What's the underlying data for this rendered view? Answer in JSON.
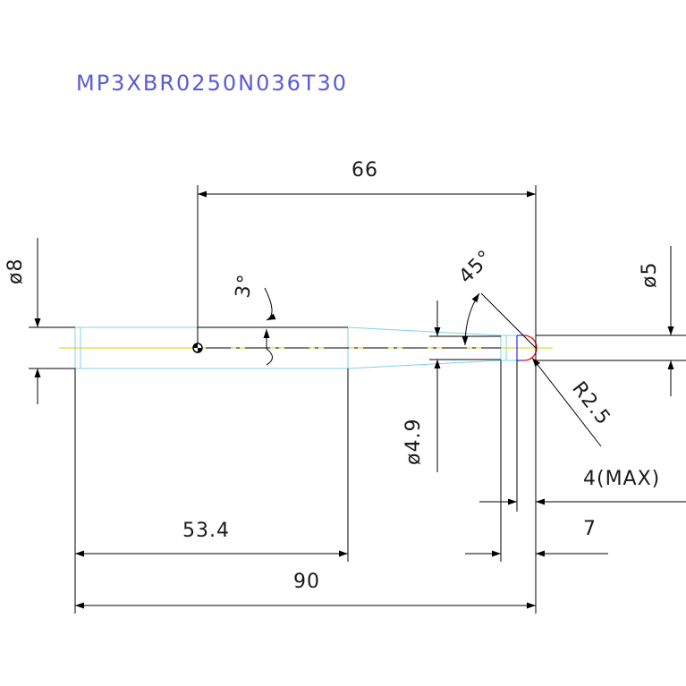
{
  "title": "MP3XBR0250N036T30",
  "colors": {
    "title": "#5b5bd6",
    "part_outline": "#7fd3e6",
    "center_line": "#e0d000",
    "tip_red": "#ff0000",
    "tip_blue": "#0000ff",
    "dimension": "#000000",
    "background": "#ffffff"
  },
  "dimensions": {
    "length_66": "66",
    "length_53_4": "53.4",
    "length_90": "90",
    "dia_8": "ø8",
    "dia_5": "ø5",
    "dia_4_9": "ø4.9",
    "angle_3": "3°",
    "angle_45": "45°",
    "radius": "R2.5",
    "max_4": "4(MAX)",
    "length_7": "7"
  }
}
